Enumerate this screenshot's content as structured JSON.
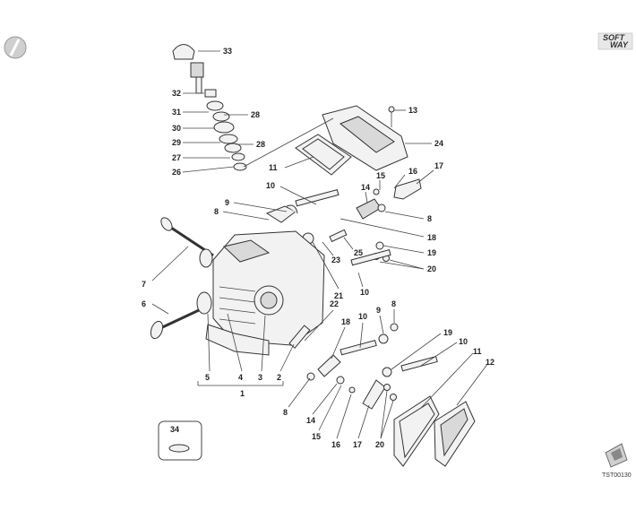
{
  "header": {
    "logo_line1": "SOFT",
    "logo_line2": "WAY"
  },
  "footer": {
    "drawing_code": "TST00130"
  },
  "diagram": {
    "group_label": "1",
    "kit_label": "34",
    "callouts": [
      "33",
      "32",
      "31",
      "28",
      "30",
      "29",
      "28",
      "27",
      "26",
      "13",
      "24",
      "11",
      "15",
      "16",
      "17",
      "10",
      "9",
      "8",
      "14",
      "8",
      "18",
      "19",
      "20",
      "23",
      "25",
      "10",
      "21",
      "7",
      "6",
      "22",
      "10",
      "9",
      "8",
      "18",
      "19",
      "10",
      "11",
      "12",
      "5",
      "4",
      "3",
      "2",
      "8",
      "14",
      "15",
      "16",
      "17",
      "20"
    ]
  }
}
